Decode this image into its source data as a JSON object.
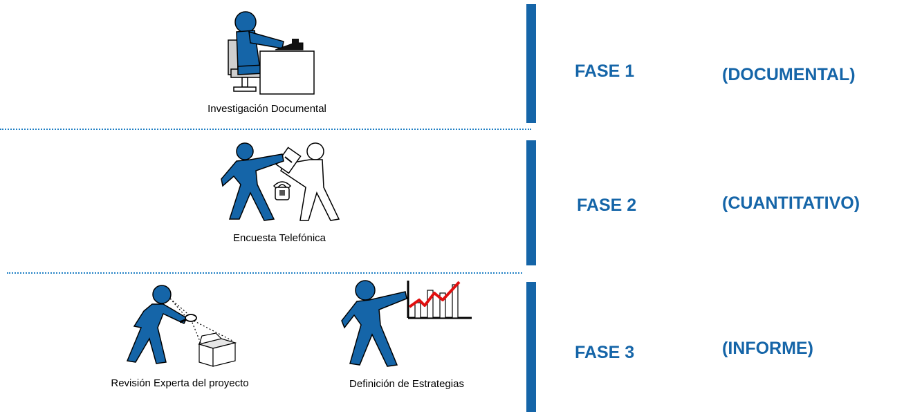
{
  "colors": {
    "accent": "#1565a8",
    "dotted_rule": "#1f7fc4",
    "chart_line": "#e01010"
  },
  "rows": [
    {
      "items": [
        {
          "caption": "Investigación Documental",
          "icon": "person-at-desk-icon"
        }
      ],
      "phase": {
        "label": "FASE 1",
        "type": "(DOCUMENTAL)"
      }
    },
    {
      "items": [
        {
          "caption": "Encuesta Telefónica",
          "icon": "telephone-survey-icon"
        }
      ],
      "phase": {
        "label": "FASE 2",
        "type": "(CUANTITATIVO)"
      }
    },
    {
      "items": [
        {
          "caption": "Revisión Experta del proyecto",
          "icon": "magnifier-box-inspection-icon"
        },
        {
          "caption": "Definición de Estrategias",
          "icon": "presenting-chart-icon"
        }
      ],
      "phase": {
        "label": "FASE 3",
        "type": "(INFORME)"
      }
    }
  ]
}
